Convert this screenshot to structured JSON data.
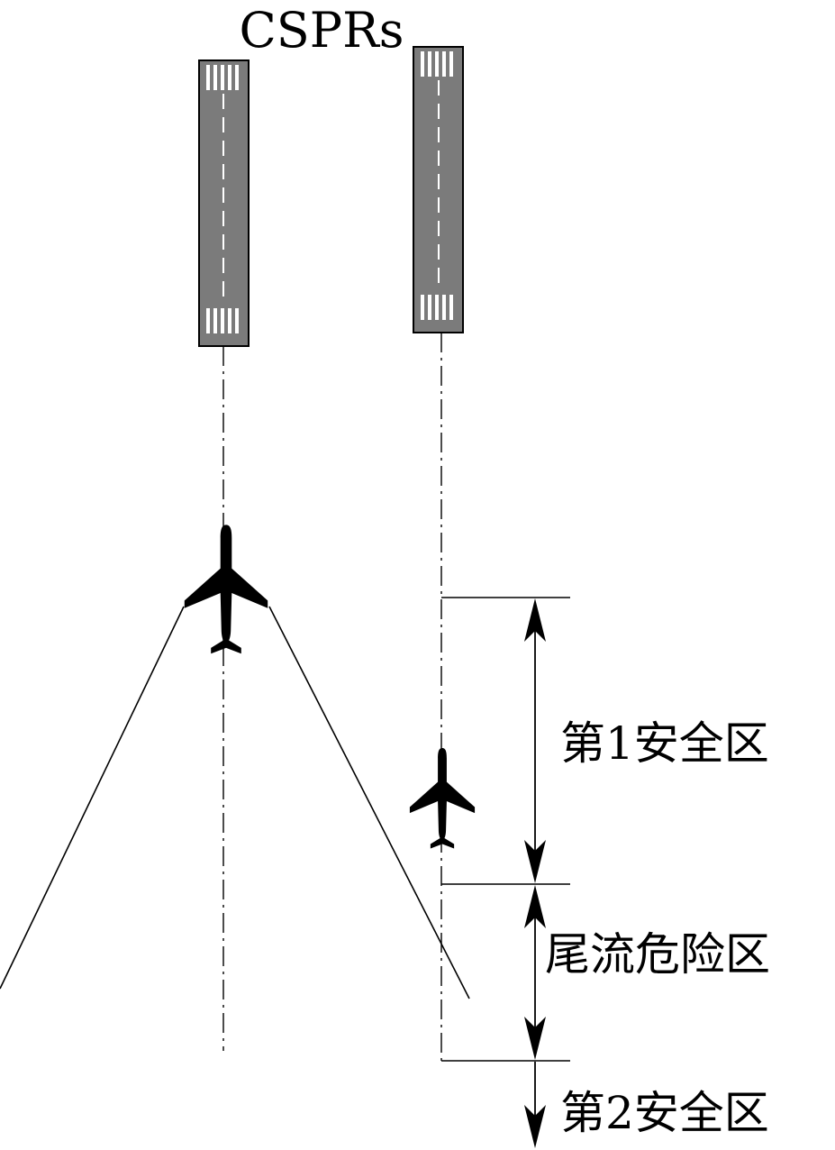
{
  "title": "CSPRs",
  "zones": {
    "first_safe": "第1安全区",
    "wake_hazard": "尾流危险区",
    "second_safe": "第2安全区"
  },
  "icons": {
    "runway": "runway-icon",
    "aircraft": "airplane-icon",
    "dimension_arrow": "double-arrow-icon"
  },
  "colors": {
    "runway": "#7b7b7b",
    "markings": "#ffffff",
    "lines": "#000000"
  }
}
